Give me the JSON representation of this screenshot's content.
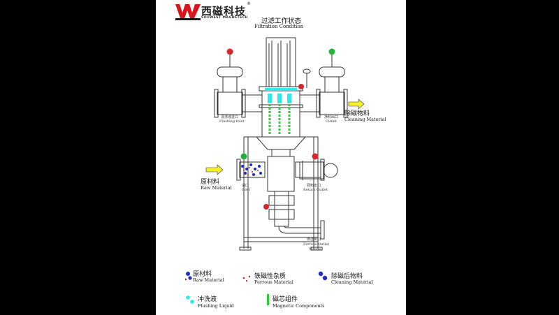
{
  "brand": {
    "name_cn": "西磁科技",
    "name_en": "SOUWEST MAGNETECH",
    "reg_mark": "®"
  },
  "title": {
    "cn": "过滤工作状态",
    "en": "Filtration Condition"
  },
  "ports": {
    "flushing_inlet": {
      "cn": "清洗液进口",
      "en": "Flushing Inlet"
    },
    "clean_outlet": {
      "cn": "净料出口",
      "en": "Outlet"
    },
    "inlet": {
      "cn": "进口",
      "en": "Inlet"
    },
    "return_outlet": {
      "cn": "回料出口",
      "en": "Return Outlet"
    },
    "ferrous_outlet": {
      "cn": "排渣出口",
      "en": "Ferrous Outlet",
      "sub": "Nozzle"
    }
  },
  "flows": {
    "cleaning": {
      "cn": "除磁物料",
      "en": "Cleaning Material"
    },
    "raw": {
      "cn": "原材料",
      "en": "Raw Material"
    }
  },
  "legend": [
    {
      "cn": "原材料",
      "en": "Raw Material"
    },
    {
      "cn": "铁磁性杂质",
      "en": "Ferrous Material"
    },
    {
      "cn": "除磁后物料",
      "en": "Cleaning Material"
    },
    {
      "cn": "冲洗液",
      "en": "Flushing Liquid"
    },
    {
      "cn": "磁芯组件",
      "en": "Magnetic Components"
    }
  ],
  "colors": {
    "background": "#000000",
    "sheet": "#ffffff",
    "line": "#333333",
    "logo_red": "#d8141c",
    "magnetic_green": "#2fc83a",
    "flush_cyan": "#2ee8ec",
    "raw_blue": "#1f2ac8",
    "ferrous_red": "#d42222",
    "arrow_yellow": "#f6f02a",
    "valve_closed": "#d9262c",
    "valve_open": "#22b33a"
  }
}
